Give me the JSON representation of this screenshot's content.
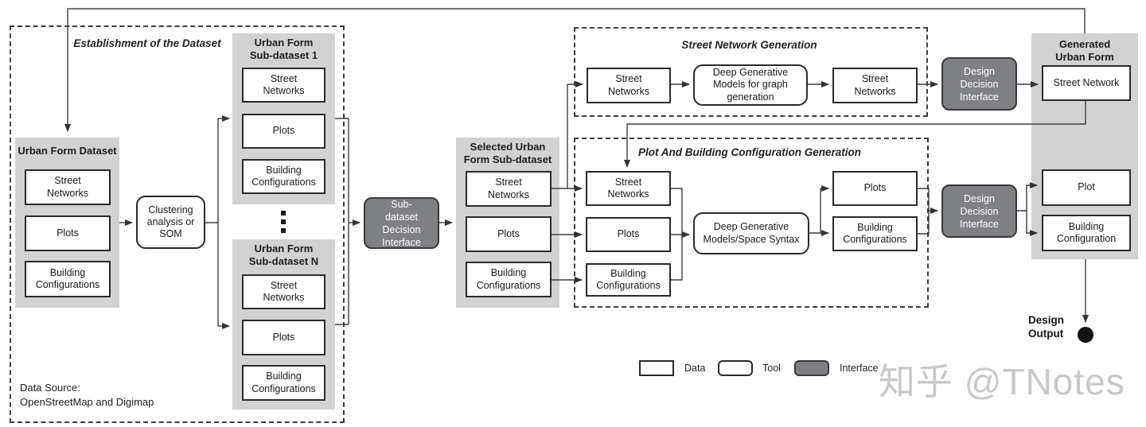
{
  "diagram": {
    "sections": {
      "establishment": {
        "title": "Establishment of the Dataset",
        "data_source": "Data Source:\nOpenStreetMap and Digimap"
      },
      "street_network_generation": {
        "title": "Street Network Generation"
      },
      "plot_building_generation": {
        "title": "Plot And Building Configuration Generation"
      }
    },
    "panels": {
      "urban_form_dataset": {
        "title": "Urban Form Dataset",
        "street_networks": "Street\nNetworks",
        "plots": "Plots",
        "building_configurations": "Building\nConfigurations"
      },
      "sub_dataset_1": {
        "title": "Urban Form\nSub-dataset 1",
        "street_networks": "Street\nNetworks",
        "plots": "Plots",
        "building_configurations": "Building\nConfigurations"
      },
      "sub_dataset_n": {
        "title": "Urban Form\nSub-dataset N",
        "street_networks": "Street\nNetworks",
        "plots": "Plots",
        "building_configurations": "Building\nConfigurations"
      },
      "selected_sub_dataset": {
        "title": "Selected Urban\nForm Sub-dataset",
        "street_networks": "Street\nNetworks",
        "plots": "Plots",
        "building_configurations": "Building\nConfigurations"
      },
      "generated_urban_form": {
        "title": "Generated\nUrban Form",
        "street_network": "Street Network",
        "plot": "Plot",
        "building_configuration": "Building\nConfiguration"
      }
    },
    "flow_boxes": {
      "sng_input_street_networks": "Street\nNetworks",
      "sng_output_street_networks": "Street\nNetworks",
      "pbg_street_networks": "Street\nNetworks",
      "pbg_plots": "Plots",
      "pbg_building_configurations": "Building\nConfigurations",
      "pbg_generated_plots": "Plots",
      "pbg_generated_building_configurations": "Building\nConfigurations"
    },
    "tools": {
      "clustering": "Clustering\nanalysis or\nSOM",
      "deep_generative_graph": "Deep Generative\nModels for graph\ngeneration",
      "deep_generative_space_syntax": "Deep Generative\nModels/Space Syntax"
    },
    "interfaces": {
      "sub_dataset_decision": "Sub-\ndataset\nDecision\nInterface",
      "design_decision_top": "Design\nDecision\nInterface",
      "design_decision_bottom": "Design\nDecision\nInterface"
    },
    "terminal": {
      "design_output": "Design\nOutput"
    },
    "legend": {
      "data": "Data",
      "tool": "Tool",
      "interface": "Interface"
    },
    "watermark": "知乎 @TNotes",
    "colors": {
      "panel": "#d2d2d2",
      "interface_fill": "#7f8084",
      "line": "#3d3d3d",
      "watermark": "#c8c8c8"
    }
  }
}
